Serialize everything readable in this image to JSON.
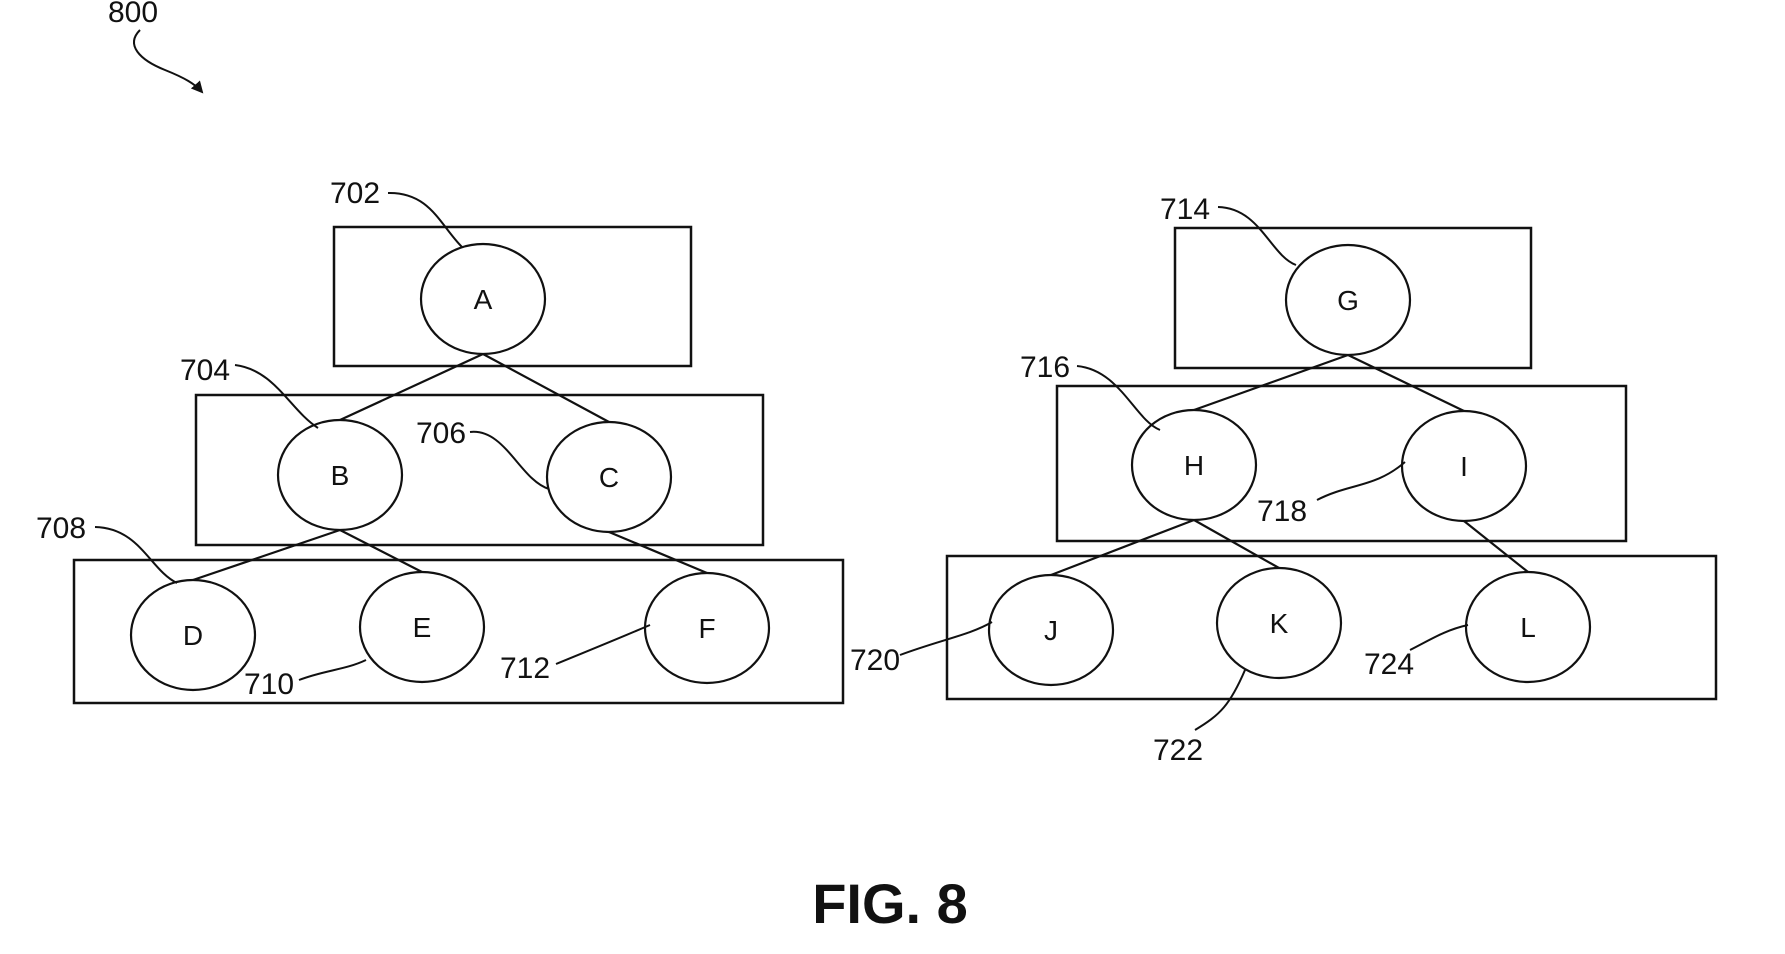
{
  "figure_ref": "800",
  "caption": "FIG. 8",
  "trees": [
    {
      "boxes": [
        {
          "id": "l1"
        },
        {
          "id": "l2"
        },
        {
          "id": "l3"
        }
      ],
      "nodes": [
        {
          "id": "A",
          "label": "A",
          "ref": "702"
        },
        {
          "id": "B",
          "label": "B",
          "ref": "704"
        },
        {
          "id": "C",
          "label": "C",
          "ref": "706"
        },
        {
          "id": "D",
          "label": "D",
          "ref": "708"
        },
        {
          "id": "E",
          "label": "E",
          "ref": "710"
        },
        {
          "id": "F",
          "label": "F",
          "ref": "712"
        }
      ],
      "edges": [
        [
          "A",
          "B"
        ],
        [
          "A",
          "C"
        ],
        [
          "B",
          "D"
        ],
        [
          "B",
          "E"
        ],
        [
          "C",
          "F"
        ]
      ]
    },
    {
      "boxes": [
        {
          "id": "l1"
        },
        {
          "id": "l2"
        },
        {
          "id": "l3"
        }
      ],
      "nodes": [
        {
          "id": "G",
          "label": "G",
          "ref": "714"
        },
        {
          "id": "H",
          "label": "H",
          "ref": "716"
        },
        {
          "id": "I",
          "label": "I",
          "ref": "718"
        },
        {
          "id": "J",
          "label": "J",
          "ref": "720"
        },
        {
          "id": "K",
          "label": "K",
          "ref": "722"
        },
        {
          "id": "L",
          "label": "L",
          "ref": "724"
        }
      ],
      "edges": [
        [
          "G",
          "H"
        ],
        [
          "G",
          "I"
        ],
        [
          "H",
          "J"
        ],
        [
          "H",
          "K"
        ],
        [
          "I",
          "L"
        ]
      ]
    }
  ]
}
